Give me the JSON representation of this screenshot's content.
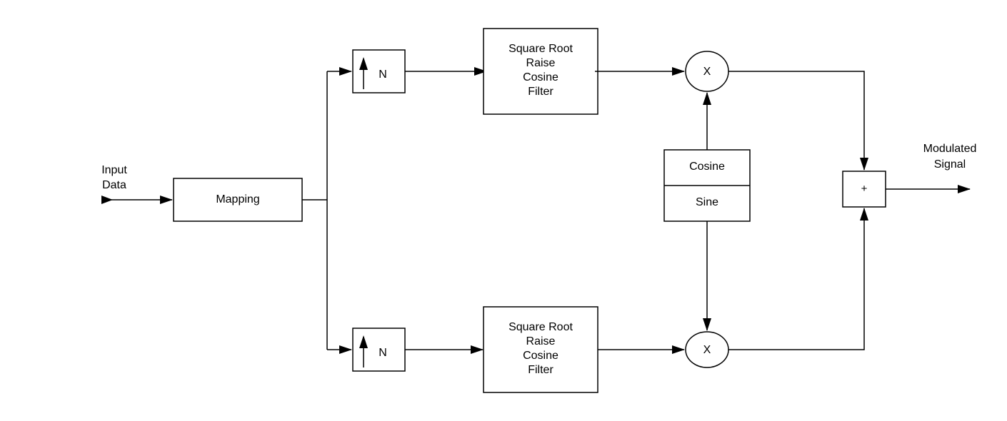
{
  "input": {
    "line1": "Input",
    "line2": "Data"
  },
  "mapping": {
    "label": "Mapping"
  },
  "upsampler_top": {
    "label": "N",
    "arrow_icon": "up-arrow-icon"
  },
  "upsampler_bottom": {
    "label": "N",
    "arrow_icon": "up-arrow-icon"
  },
  "filter_top": {
    "line1": "Square Root",
    "line2": "Raise",
    "line3": "Cosine",
    "line4": "Filter"
  },
  "filter_bottom": {
    "line1": "Square Root",
    "line2": "Raise",
    "line3": "Cosine",
    "line4": "Filter"
  },
  "mixer_top": {
    "label": "X"
  },
  "mixer_bottom": {
    "label": "X"
  },
  "oscillator": {
    "cosine_label": "Cosine",
    "sine_label": "Sine"
  },
  "adder": {
    "label": "+"
  },
  "output": {
    "line1": "Modulated",
    "line2": "Signal"
  },
  "colors": {
    "stroke": "#000000",
    "background": "#ffffff"
  }
}
